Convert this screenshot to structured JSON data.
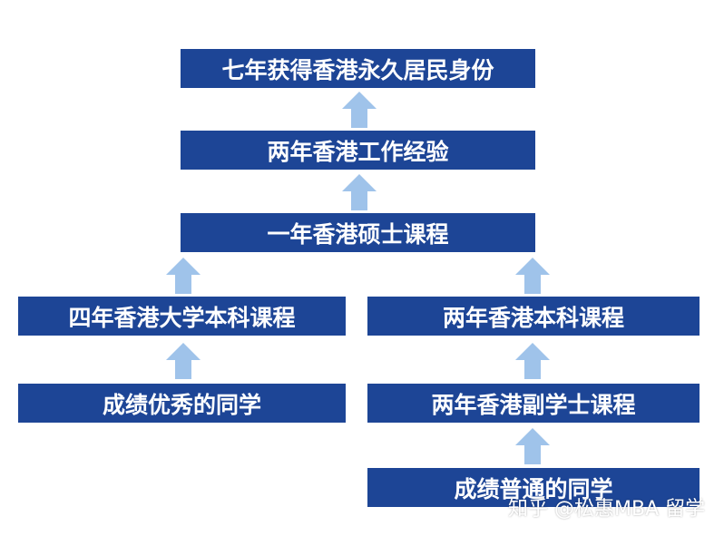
{
  "nodes": {
    "top": "七年获得香港永久居民身份",
    "work": "两年香港工作经验",
    "master": "一年香港硕士课程",
    "undergrad4": "四年香港大学本科课程",
    "undergrad2": "两年香港本科课程",
    "excellent": "成绩优秀的同学",
    "associate": "两年香港副学士课程",
    "average": "成绩普通的同学"
  },
  "watermark": "知乎 @松惠MBA 留学",
  "colors": {
    "box": "#1d4596",
    "arrow": "#9fc3ea",
    "text": "#ffffff"
  },
  "icons": {
    "arrow": "up-arrow-icon"
  }
}
